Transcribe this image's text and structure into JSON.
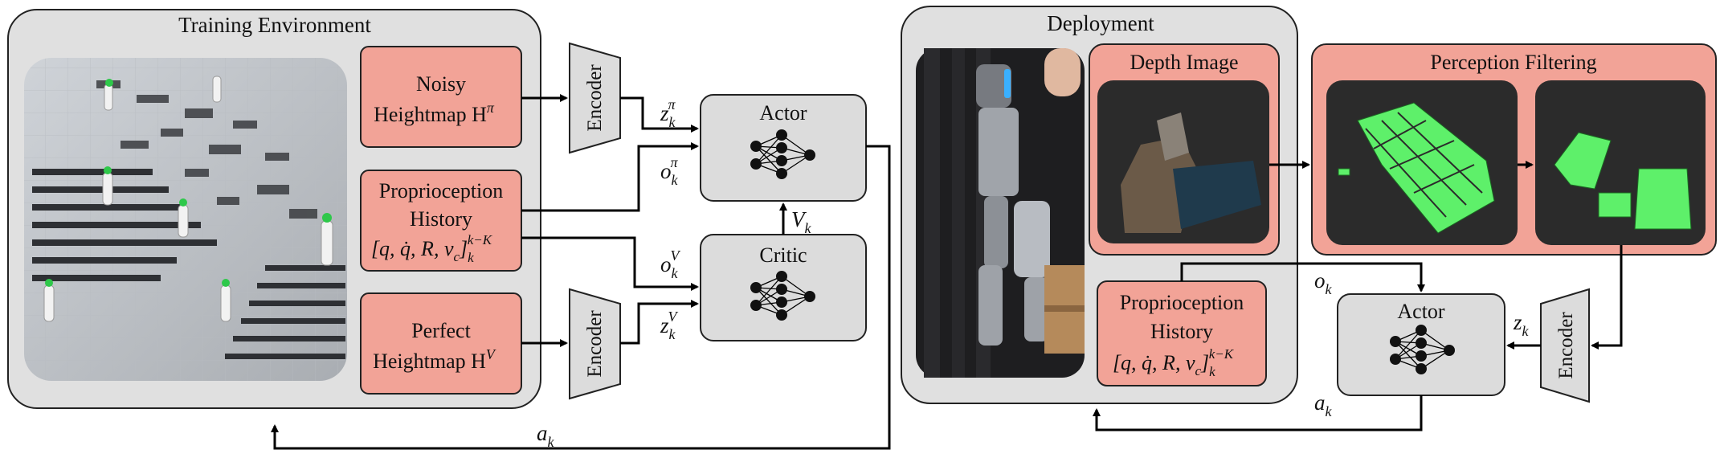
{
  "training": {
    "title": "Training Environment",
    "noisy_heightmap": [
      "Noisy",
      "Heightmap H"
    ],
    "noisy_sup": "π",
    "proprio": [
      "Proprioception",
      "History"
    ],
    "proprio_formula": "[q, q̇, R, v",
    "proprio_formula_sub_c": "c",
    "proprio_formula_close": "]",
    "proprio_sub": "k",
    "proprio_sup": "k−K",
    "perfect_heightmap": [
      "Perfect",
      "Heightmap H"
    ],
    "perfect_sup": "V",
    "encoder_top": "Encoder",
    "encoder_bottom": "Encoder",
    "actor_label": "Actor",
    "critic_label": "Critic",
    "z_pi": "z",
    "z_pi_sub": "k",
    "z_pi_sup": "π",
    "o_pi": "o",
    "o_pi_sub": "k",
    "o_pi_sup": "π",
    "o_v": "o",
    "o_v_sub": "k",
    "o_v_sup": "V",
    "z_v": "z",
    "z_v_sub": "k",
    "z_v_sup": "V",
    "v_k": "V",
    "v_k_sub": "k",
    "a_k": "a",
    "a_k_sub": "k"
  },
  "deployment": {
    "title": "Deployment",
    "depth_image": "Depth Image",
    "perception_filtering": "Perception Filtering",
    "proprio": [
      "Proprioception",
      "History"
    ],
    "proprio_formula": "[q, q̇, R, v",
    "proprio_formula_sub_c": "c",
    "proprio_formula_close": "]",
    "proprio_sub": "k",
    "proprio_sup": "k−K",
    "actor_label": "Actor",
    "encoder": "Encoder",
    "o_k": "o",
    "o_k_sub": "k",
    "z_k": "z",
    "z_k_sub": "k",
    "a_k": "a",
    "a_k_sub": "k"
  },
  "colors": {
    "panel_fill": "#e0e0e0",
    "salmon": "#f2a397",
    "node_box": "#dcdcdc",
    "green_tile": "#5ef06a",
    "dark_bg": "#2b2b2b"
  }
}
